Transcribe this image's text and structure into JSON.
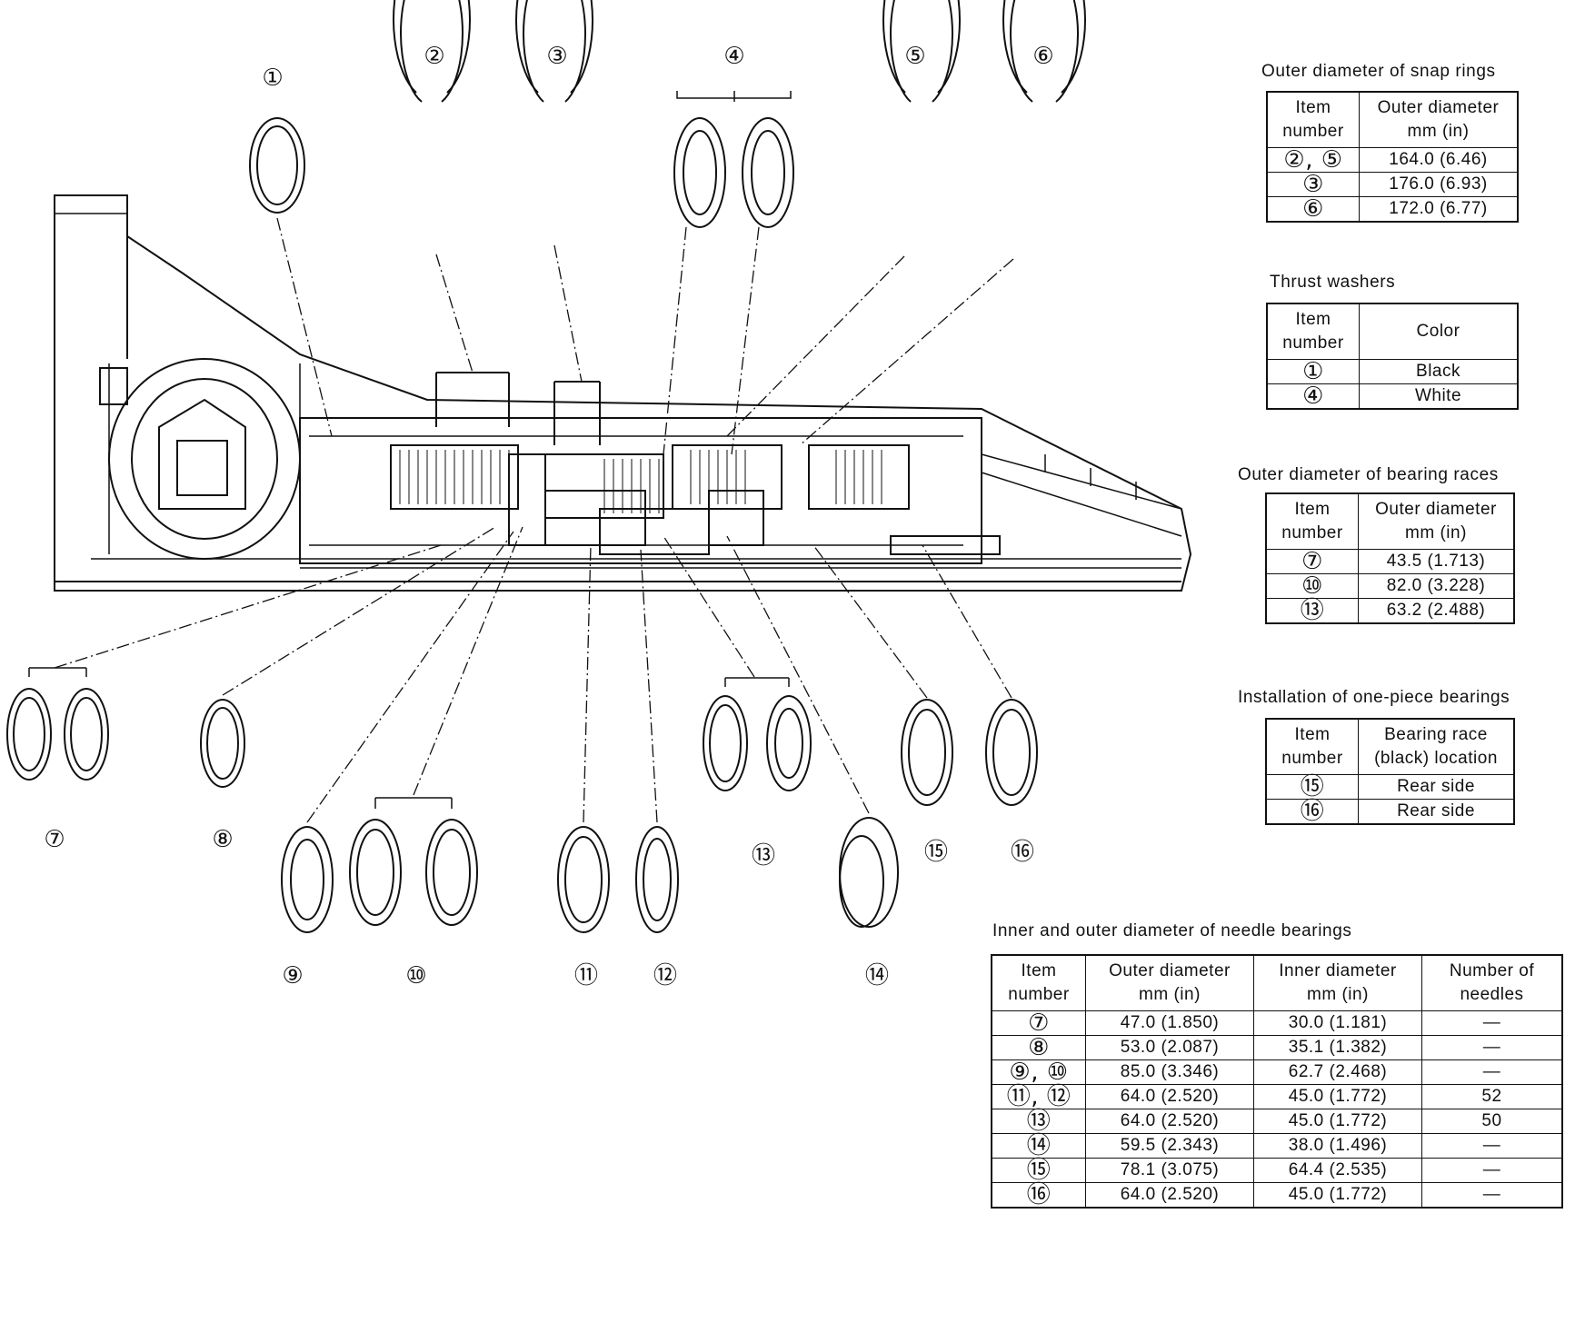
{
  "callouts": {
    "c1": "①",
    "c2": "②",
    "c3": "③",
    "c4": "④",
    "c5": "⑤",
    "c6": "⑥",
    "c7": "⑦",
    "c8": "⑧",
    "c9": "⑨",
    "c10": "⑩",
    "c11": "⑪",
    "c12": "⑫",
    "c13": "⑬",
    "c14": "⑭",
    "c15": "⑮",
    "c16": "⑯"
  },
  "snap_rings": {
    "title": "Outer diameter of snap rings",
    "headers": [
      "Item\nnumber",
      "Outer diameter\nmm (in)"
    ],
    "rows": [
      {
        "item": "②, ⑤",
        "value": "164.0 (6.46)"
      },
      {
        "item": "③",
        "value": "176.0 (6.93)"
      },
      {
        "item": "⑥",
        "value": "172.0 (6.77)"
      }
    ]
  },
  "thrust_washers": {
    "title": "Thrust washers",
    "headers": [
      "Item\nnumber",
      "Color"
    ],
    "rows": [
      {
        "item": "①",
        "value": "Black"
      },
      {
        "item": "④",
        "value": "White"
      }
    ]
  },
  "bearing_races": {
    "title": "Outer diameter of bearing races",
    "headers": [
      "Item\nnumber",
      "Outer diameter\nmm (in)"
    ],
    "rows": [
      {
        "item": "⑦",
        "value": "43.5 (1.713)"
      },
      {
        "item": "⑩",
        "value": "82.0 (3.228)"
      },
      {
        "item": "⑬",
        "value": "63.2 (2.488)"
      }
    ]
  },
  "one_piece_bearings": {
    "title": "Installation of one-piece bearings",
    "headers": [
      "Item\nnumber",
      "Bearing race\n(black) location"
    ],
    "rows": [
      {
        "item": "⑮",
        "value": "Rear side"
      },
      {
        "item": "⑯",
        "value": "Rear side"
      }
    ]
  },
  "needle_bearings": {
    "title": "Inner and outer diameter of needle bearings",
    "headers": [
      "Item\nnumber",
      "Outer diameter\nmm (in)",
      "Inner diameter\nmm (in)",
      "Number of\nneedles"
    ],
    "rows": [
      {
        "item": "⑦",
        "outer": "47.0 (1.850)",
        "inner": "30.0 (1.181)",
        "needles": "—"
      },
      {
        "item": "⑧",
        "outer": "53.0 (2.087)",
        "inner": "35.1 (1.382)",
        "needles": "—"
      },
      {
        "item": "⑨, ⑩",
        "outer": "85.0 (3.346)",
        "inner": "62.7 (2.468)",
        "needles": "—"
      },
      {
        "item": "⑪, ⑫",
        "outer": "64.0 (2.520)",
        "inner": "45.0 (1.772)",
        "needles": "52"
      },
      {
        "item": "⑬",
        "outer": "64.0 (2.520)",
        "inner": "45.0 (1.772)",
        "needles": "50"
      },
      {
        "item": "⑭",
        "outer": "59.5 (2.343)",
        "inner": "38.0 (1.496)",
        "needles": "—"
      },
      {
        "item": "⑮",
        "outer": "78.1 (3.075)",
        "inner": "64.4 (2.535)",
        "needles": "—"
      },
      {
        "item": "⑯",
        "outer": "64.0 (2.520)",
        "inner": "45.0 (1.772)",
        "needles": "—"
      }
    ]
  }
}
